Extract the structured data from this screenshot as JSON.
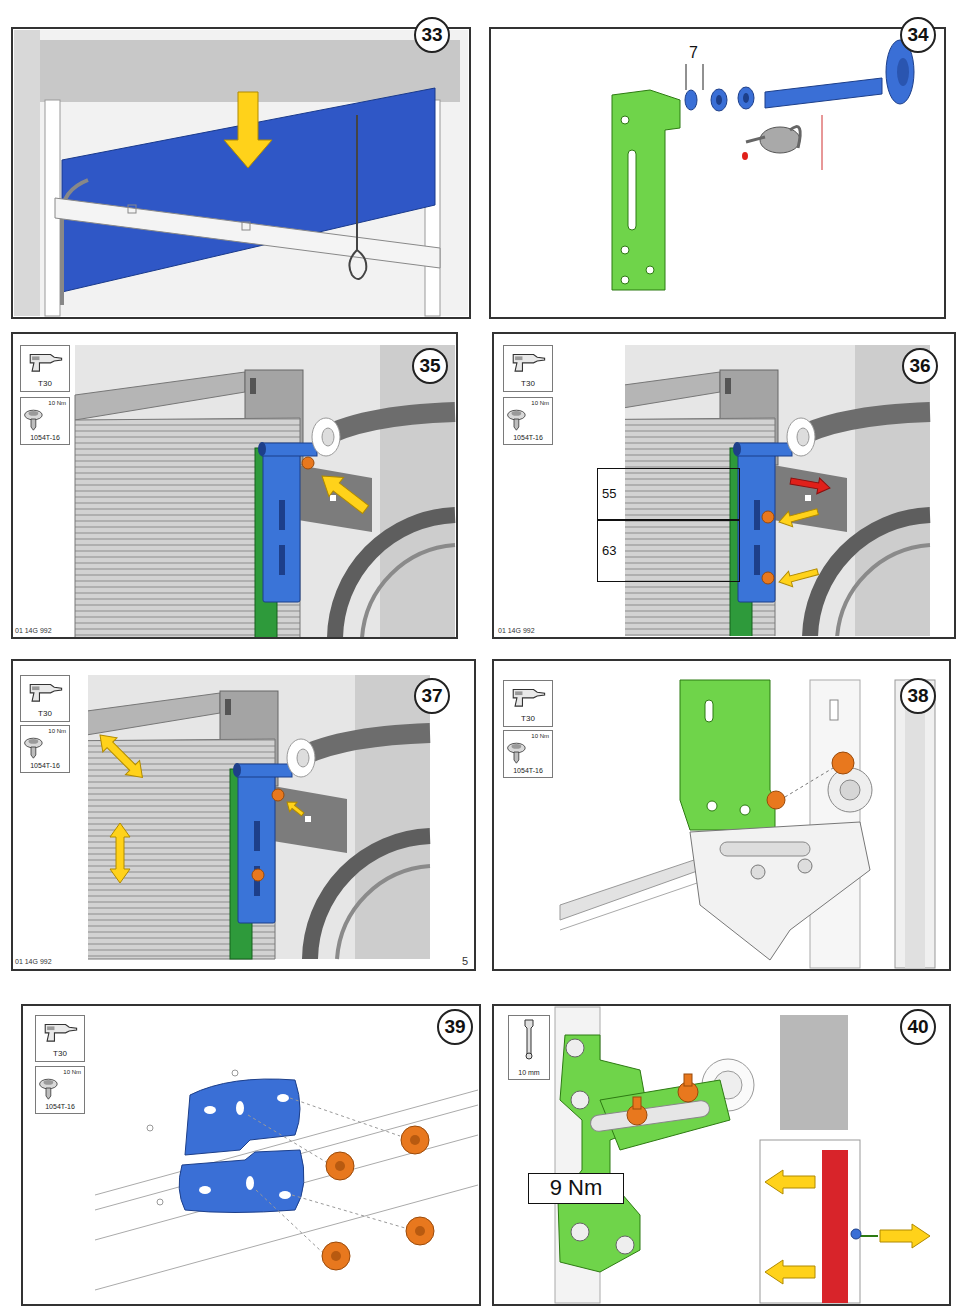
{
  "diagram": {
    "nodes": [
      {
        "text": [
          "33"
        ]
      },
      {
        "text": [
          "34"
        ]
      },
      {
        "text": [
          "T30"
        ]
      },
      {
        "text": [
          "10 Nm",
          "1054T-16"
        ]
      },
      {
        "text": [
          "35"
        ]
      },
      {
        "text": [
          "T30"
        ]
      },
      {
        "text": [
          "10 Nm",
          "1054T-16"
        ]
      },
      {
        "text": [
          "36"
        ]
      },
      {
        "text": [
          "55"
        ]
      },
      {
        "text": [
          "63"
        ]
      },
      {
        "text": [
          "T30"
        ]
      },
      {
        "text": [
          "10 Nm",
          "1054T-16"
        ]
      },
      {
        "text": [
          "37"
        ]
      },
      {
        "text": [
          "T30"
        ]
      },
      {
        "text": [
          "10 Nm",
          "1054T-16"
        ]
      },
      {
        "text": [
          "38"
        ]
      },
      {
        "text": [
          "T30"
        ]
      },
      {
        "text": [
          "10 Nm",
          "1054T-16"
        ]
      },
      {
        "text": [
          "39"
        ]
      },
      {
        "text": [
          "10 mm"
        ]
      },
      {
        "text": [
          "40"
        ]
      },
      {
        "text": [
          "9 Nm"
        ]
      }
    ],
    "labels": [
      "7",
      "01 14G 992",
      "01 14G 992",
      "01 14G 992",
      "5"
    ]
  }
}
